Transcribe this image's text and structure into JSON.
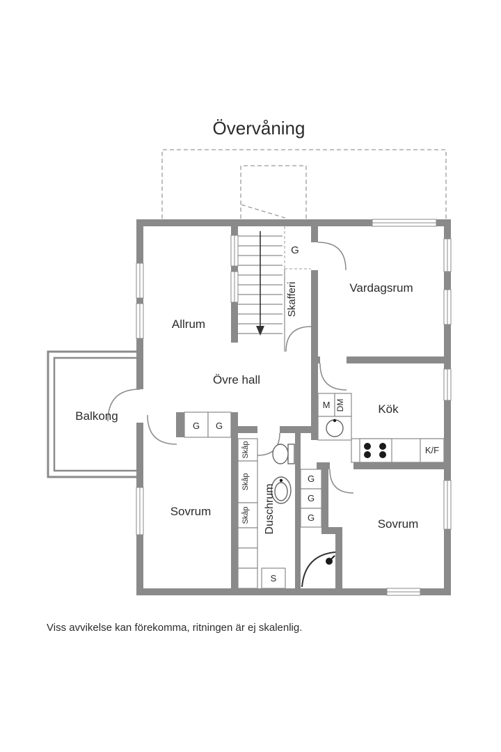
{
  "title": "Övervåning",
  "disclaimer": "Viss avvikelse kan förekomma, ritningen är ej skalenlig.",
  "rooms": {
    "allrum": "Allrum",
    "vardagsrum": "Vardagsrum",
    "skafferi": "Skafferi",
    "ovre_hall": "Övre hall",
    "balkong": "Balkong",
    "kok": "Kök",
    "sovrum_vanster": "Sovrum",
    "sovrum_hoger": "Sovrum",
    "duschrum": "Duschrum"
  },
  "closets": {
    "g_top": "G",
    "g_hall": [
      "G",
      "G"
    ],
    "g_stack": [
      "G",
      "G",
      "G"
    ],
    "skap": [
      "Skåp",
      "Skåp",
      "Skåp"
    ],
    "s": "S"
  },
  "kitchen": {
    "m": "M",
    "dm": "DM",
    "kf": "K/F"
  },
  "colors": {
    "wall": "#8a8a8a",
    "text": "#2b2b2b",
    "dashed": "#9b9b9b",
    "fixture": "#1a1a1a"
  }
}
